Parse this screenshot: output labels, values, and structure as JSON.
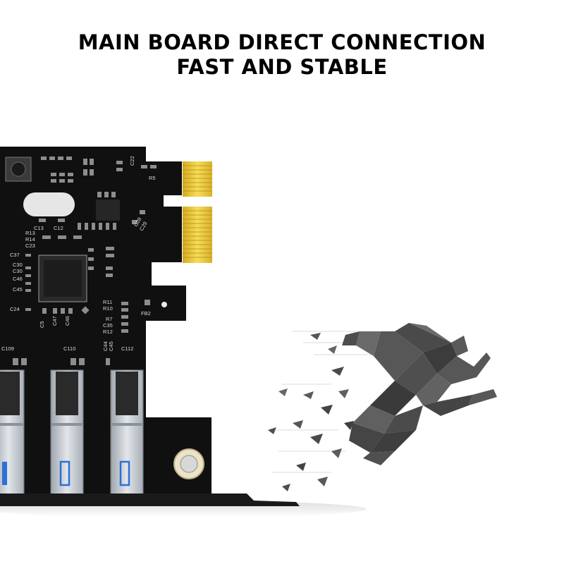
{
  "headline": {
    "line1": "MAIN BOARD DIRECT CONNECTION",
    "line2": "FAST AND STABLE"
  },
  "board": {
    "silkscreen": {
      "c22": "C22",
      "r5": "R5",
      "c13": "C13",
      "c12": "C12",
      "r13": "R13",
      "r14": "R14",
      "c23": "C23",
      "c37": "C37",
      "c30a": "C30",
      "c30b": "C30",
      "c46a": "C46",
      "c45a": "C45",
      "c24": "C24",
      "c5": "C5",
      "c47": "C47",
      "c46b": "C46",
      "r11": "R11",
      "r10": "R10",
      "r7": "R7",
      "c35": "C35",
      "r12": "R12",
      "fb2": "FB2",
      "c28": "C28",
      "c29": "C29",
      "c109": "C109",
      "c110": "C110",
      "c44": "C44",
      "c45b": "C45",
      "c112": "C112"
    },
    "usb_port_count": 3
  },
  "colors": {
    "pcb": "#111111",
    "gold_contacts": "#f2d240",
    "usb_port": "#b9bfc6",
    "usb_tongue": "#2f6fd6",
    "runner": "#4a4a4a"
  },
  "icons": {
    "runner": "running-man-icon"
  }
}
